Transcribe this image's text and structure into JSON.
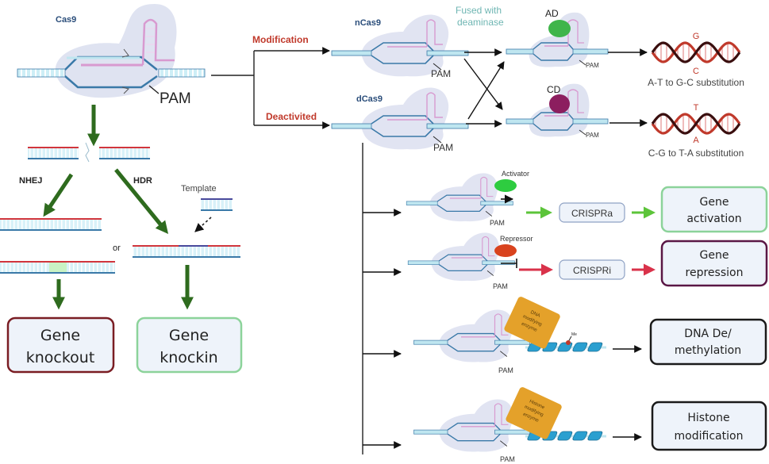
{
  "colors": {
    "arrow_green_dark": "#2e6b1e",
    "arrow_green_bright": "#5cc43a",
    "arrow_red": "#d9324a",
    "label_red": "#c0392b",
    "label_blue": "#2a4d7a",
    "label_teal": "#6fb6b3",
    "cas_blob": "#dfe3f1",
    "dna_light": "#bfe6f0",
    "dna_dark": "#3a79a8",
    "rna_pink": "#d89ad0",
    "knockout_border": "#7a1d23",
    "knockin_border": "#8cd39a",
    "activation_border": "#8cd39a",
    "repression_border": "#5a1745",
    "dark_border": "#1a1a1a",
    "box_fill": "#eef3fa",
    "ad_green": "#3fb54a",
    "cd_purple": "#8c1e5f",
    "activator_green": "#2ecc40",
    "repressor_red": "#d9431e",
    "enzyme_orange": "#e4a12a",
    "nucleosome_blue": "#2a9fd0",
    "helix_red": "#c0392b"
  },
  "cas9": {
    "label": "Cas9",
    "pam": "PAM"
  },
  "left_branch": {
    "nhej_label": "NHEJ",
    "hdr_label": "HDR",
    "template_label": "Template",
    "or_label": "or",
    "knockout": {
      "line1": "Gene",
      "line2": "knockout"
    },
    "knockin": {
      "line1": "Gene",
      "line2": "knockin"
    }
  },
  "top_branch": {
    "modification_label": "Modification",
    "deactivated_label": "Deactivited",
    "ncas9_label": "nCas9",
    "dcas9_label": "dCas9",
    "pam": "PAM",
    "fused_line1": "Fused with",
    "fused_line2": "deaminase",
    "ad_label": "AD",
    "cd_label": "CD",
    "abe": {
      "top_base": "G",
      "bottom_base": "C",
      "caption": "A-T to G-C substitution"
    },
    "cbe": {
      "top_base": "T",
      "bottom_base": "A",
      "caption": "C-G to T-A substitution"
    }
  },
  "dcas9_apps": {
    "activator_label": "Activator",
    "repressor_label": "Repressor",
    "pam": "PAM",
    "crispra_label": "CRISPRa",
    "crispri_label": "CRISPRi",
    "activation": {
      "line1": "Gene",
      "line2": "activation"
    },
    "repression": {
      "line1": "Gene",
      "line2": "repression"
    },
    "dna_enzyme_text": [
      "DNA",
      "modifying",
      "enzyme"
    ],
    "histone_enzyme_text": [
      "Histone",
      "modifying",
      "enzyme"
    ],
    "methyl_label": "Me",
    "methylation": {
      "line1": "DNA De/",
      "line2": "methylation"
    },
    "histone": {
      "line1": "Histone",
      "line2": "modification"
    }
  }
}
